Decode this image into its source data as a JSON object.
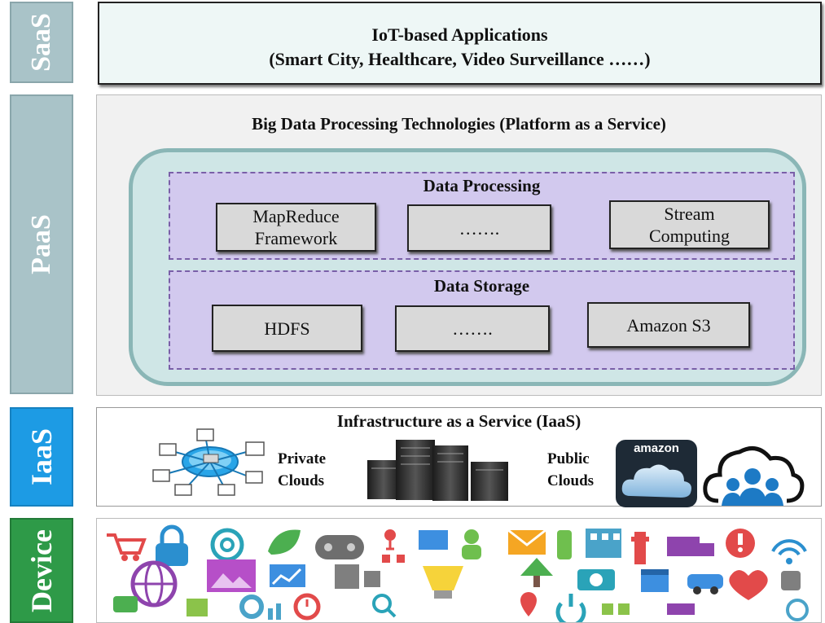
{
  "layers": {
    "saas": "SaaS",
    "paas": "PaaS",
    "iaas": "IaaS",
    "device": "Device"
  },
  "saas": {
    "line1": "IoT-based Applications",
    "line2": "(Smart City, Healthcare, Video Surveillance ……)"
  },
  "paas": {
    "title": "Big Data Processing Technologies (Platform as a Service)",
    "processing": {
      "title": "Data Processing",
      "items": [
        {
          "line1": "MapReduce",
          "line2": "Framework"
        },
        {
          "line1": "……."
        },
        {
          "line1": "Stream",
          "line2": "Computing"
        }
      ]
    },
    "storage": {
      "title": "Data Storage",
      "items": [
        "HDFS",
        "…….",
        "Amazon S3"
      ]
    }
  },
  "iaas": {
    "title": "Infrastructure as a Service (IaaS)",
    "private": {
      "line1": "Private",
      "line2": "Clouds"
    },
    "public": {
      "line1": "Public",
      "line2": "Clouds"
    },
    "amazon_logo": "amazon"
  },
  "device_icons": [
    "cart-icon",
    "globe-icon",
    "image-icon",
    "at-icon",
    "leaf-icon",
    "gamepad-icon",
    "network-icon",
    "lightbulb-icon",
    "alarm-icon",
    "heart-icon",
    "wifi-icon",
    "chart-icon",
    "gear-icon",
    "search-icon",
    "location-icon",
    "power-icon",
    "calendar-icon",
    "chat-icon",
    "music-icon",
    "mail-icon",
    "truck-icon",
    "car-icon",
    "lock-icon",
    "camera-icon"
  ]
}
